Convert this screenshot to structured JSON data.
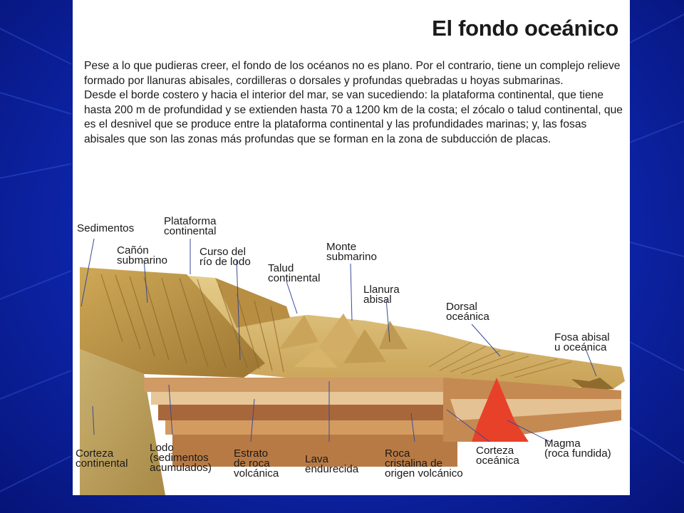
{
  "title": "El fondo oceánico",
  "paragraphs": [
    "Pese a lo que pudieras creer, el fondo de los océanos no es plano. Por el contrario, tiene un complejo relieve formado por llanuras abisales, cordilleras o dorsales y profundas quebradas u hoyas submarinas.",
    "Desde el borde costero y hacia el interior del mar, se van sucediendo: la plataforma continental, que tiene hasta 200 m de profundidad y se extienden hasta 70 a 1200 km de la costa; el zócalo o talud continental, que es el desnivel que se produce entre la plataforma continental y las profundidades marinas; y, las fosas abisales que son las zonas más profundas que se forman en la zona de subducción de placas."
  ],
  "labels": {
    "sedimentos": "Sedimentos",
    "plataforma": "Plataforma\ncontinental",
    "canon": "Cañón\nsubmarino",
    "curso": "Curso del\nrío de lodo",
    "talud": "Talud\ncontinental",
    "monte": "Monte\nsubmarino",
    "llanura": "Llanura\nabisal",
    "dorsal": "Dorsal\noceánica",
    "fosa": "Fosa abisal\nu oceánica",
    "corteza_continental": "Corteza\ncontinental",
    "lodo": "Lodo\n(sedimentos\nacumulados)",
    "estrato": "Estrato\nde roca\nvolcánica",
    "lava": "Lava\nendurecida",
    "roca": "Roca\ncristalina de\norigen volcánico",
    "corteza_oceanica": "Corteza\noceánica",
    "magma": "Magma\n(roca fundida)"
  }
}
